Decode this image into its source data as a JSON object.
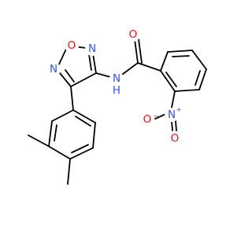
{
  "structure": {
    "atoms": {
      "ring_o": {
        "label": "O",
        "color": "#ff0d0d"
      },
      "ring_n_top": {
        "label": "N",
        "color": "#3050f8"
      },
      "ring_n_left": {
        "label": "N",
        "color": "#3050f8"
      },
      "amide_n": {
        "label": "N",
        "color": "#3050f8"
      },
      "amide_h": {
        "label": "H",
        "color": "#3050f8"
      },
      "carbonyl_o": {
        "label": "O",
        "color": "#ff0d0d"
      },
      "nitro_n": {
        "label": "N",
        "color": "#3050f8",
        "charge": "+"
      },
      "nitro_o_minus": {
        "label": "O",
        "color": "#ff0d0d",
        "charge": "−"
      },
      "nitro_o": {
        "label": "O",
        "color": "#ff0d0d"
      }
    },
    "colors": {
      "bond": "#000000",
      "background": "#ffffff"
    }
  }
}
